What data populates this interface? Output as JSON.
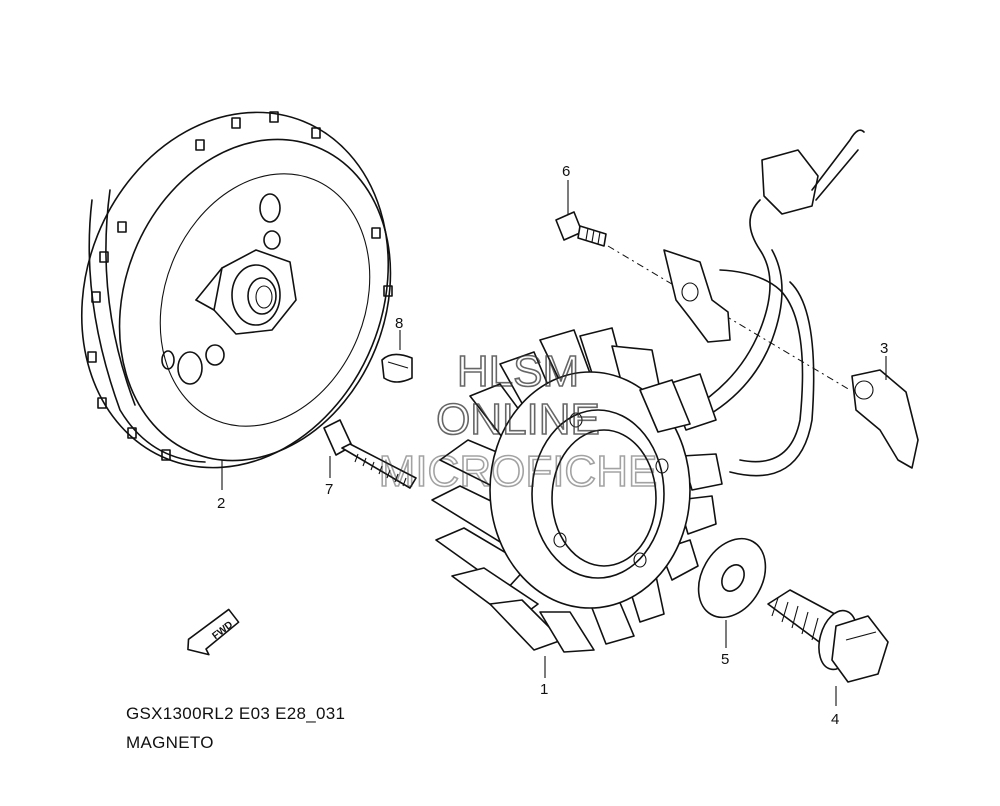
{
  "diagram": {
    "callouts": [
      {
        "id": "1",
        "label": "1"
      },
      {
        "id": "2",
        "label": "2"
      },
      {
        "id": "3",
        "label": "3"
      },
      {
        "id": "4",
        "label": "4"
      },
      {
        "id": "5",
        "label": "5"
      },
      {
        "id": "6",
        "label": "6"
      },
      {
        "id": "7",
        "label": "7"
      },
      {
        "id": "8",
        "label": "8"
      }
    ],
    "direction_badge": "FWD",
    "watermark": {
      "line1": "HLSM",
      "line2": "ONLINE",
      "line3": "MICROFICHE"
    },
    "caption": {
      "code": "GSX1300RL2 E03 E28_031",
      "name": "MAGNETO"
    }
  }
}
